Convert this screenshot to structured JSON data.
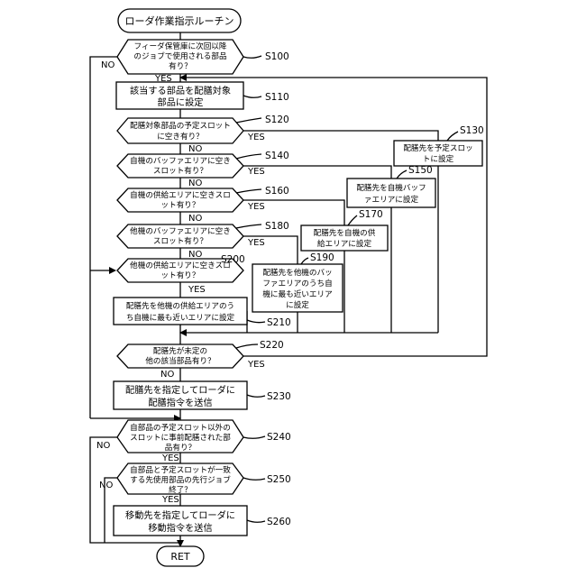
{
  "start": "ローダ作業指示ルーチン",
  "end": "RET",
  "yes": "YES",
  "no": "NO",
  "nodes": {
    "s100": {
      "id": "S100",
      "lines": [
        "フィーダ保管庫に次回以降",
        "のジョブで使用される部品",
        "有り？"
      ]
    },
    "s110": {
      "id": "S110",
      "lines": [
        "該当する部品を配膳対象",
        "部品に設定"
      ]
    },
    "s120": {
      "id": "S120",
      "lines": [
        "配膳対象部品の予定スロット",
        "に空き有り？"
      ]
    },
    "s130": {
      "id": "S130",
      "lines": [
        "配膳先を予定スロッ",
        "トに設定"
      ]
    },
    "s140": {
      "id": "S140",
      "lines": [
        "自機のバッファエリアに空き",
        "スロット有り？"
      ]
    },
    "s150": {
      "id": "S150",
      "lines": [
        "配膳先を自機バッフ",
        "ァエリアに設定"
      ]
    },
    "s160": {
      "id": "S160",
      "lines": [
        "自機の供給エリアに空きスロ",
        "ット有り？"
      ]
    },
    "s170": {
      "id": "S170",
      "lines": [
        "配膳先を自機の供",
        "給エリアに設定"
      ]
    },
    "s180": {
      "id": "S180",
      "lines": [
        "他機のバッファエリアに空き",
        "スロット有り？"
      ]
    },
    "s190": {
      "id": "S190",
      "lines": [
        "配膳先を他機のバッ",
        "ファエリアのうち自",
        "機に最も近いエリア",
        "に設定"
      ]
    },
    "s200": {
      "id": "S200",
      "lines": [
        "他機の供給エリアに空きスロ",
        "ット有り？"
      ]
    },
    "s210": {
      "id": "S210",
      "lines": [
        "配膳先を他機の供給エリアのう",
        "ち自機に最も近いエリアに設定"
      ]
    },
    "s220": {
      "id": "S220",
      "lines": [
        "配膳先が未定の",
        "他の該当部品有り？"
      ]
    },
    "s230": {
      "id": "S230",
      "lines": [
        "配膳先を指定してローダに",
        "配膳指令を送信"
      ]
    },
    "s240": {
      "id": "S240",
      "lines": [
        "自部品の予定スロット以外の",
        "スロットに事前配膳された部",
        "品有り？"
      ]
    },
    "s250": {
      "id": "S250",
      "lines": [
        "自部品と予定スロットが一致",
        "する先使用部品の先行ジョブ",
        "終了？"
      ]
    },
    "s260": {
      "id": "S260",
      "lines": [
        "移動先を指定してローダに",
        "移動指令を送信"
      ]
    }
  }
}
